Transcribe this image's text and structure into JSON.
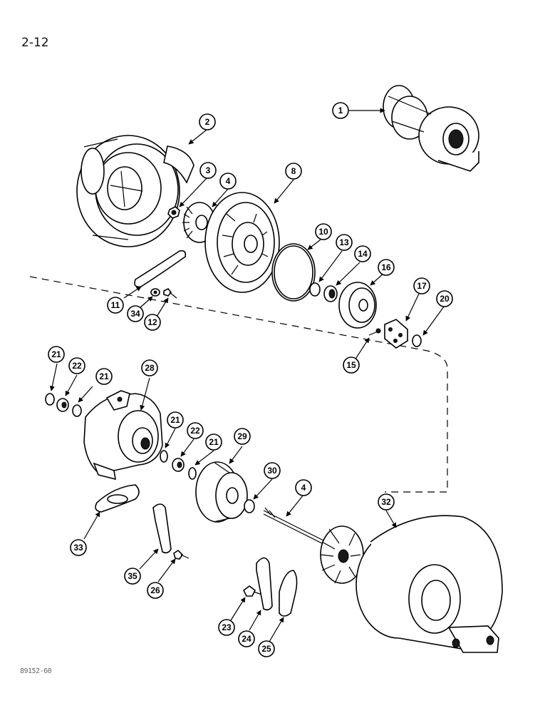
{
  "page": {
    "number": "2-12",
    "footer_code": "89152-60"
  },
  "callouts": [
    "1",
    "2",
    "3",
    "4",
    "8",
    "10",
    "13",
    "14",
    "16",
    "17",
    "20",
    "11",
    "34",
    "12",
    "15",
    "21",
    "22",
    "21",
    "28",
    "21",
    "22",
    "21",
    "29",
    "30",
    "4",
    "32",
    "33",
    "35",
    "26",
    "23",
    "24",
    "25"
  ]
}
